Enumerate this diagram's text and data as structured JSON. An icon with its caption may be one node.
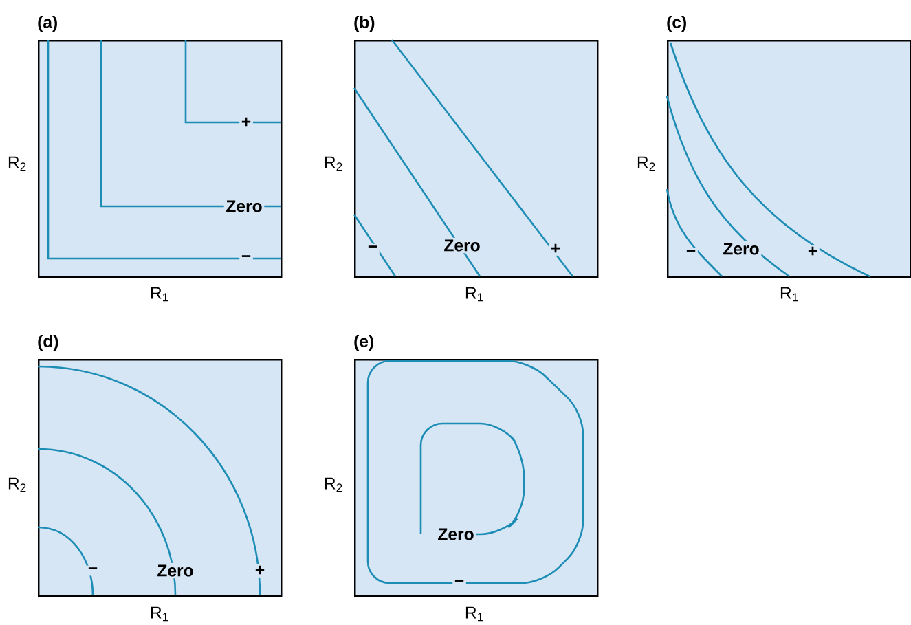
{
  "diagram": {
    "nodes": [
      {
        "text": [
          "(a)"
        ]
      },
      {
        "text": [
          "(b)"
        ]
      },
      {
        "text": [
          "(c)"
        ]
      },
      {
        "text": [
          "(d)"
        ]
      },
      {
        "text": [
          "(e)"
        ]
      }
    ],
    "labels": [
      "R$_{2}$",
      "+",
      "Zero",
      "−",
      "R$_{1}$",
      "R$_{2}$",
      "−",
      "Zero",
      "+",
      "R$_{1}$",
      "R$_{2}$",
      "−",
      "Zero",
      "+",
      "R$_{1}$",
      "R$_{2}$",
      "−",
      "Zero",
      "+",
      "R$_{1}$",
      "R$_{2}$",
      "Zero",
      "−",
      "R$_{1}$"
    ]
  }
}
